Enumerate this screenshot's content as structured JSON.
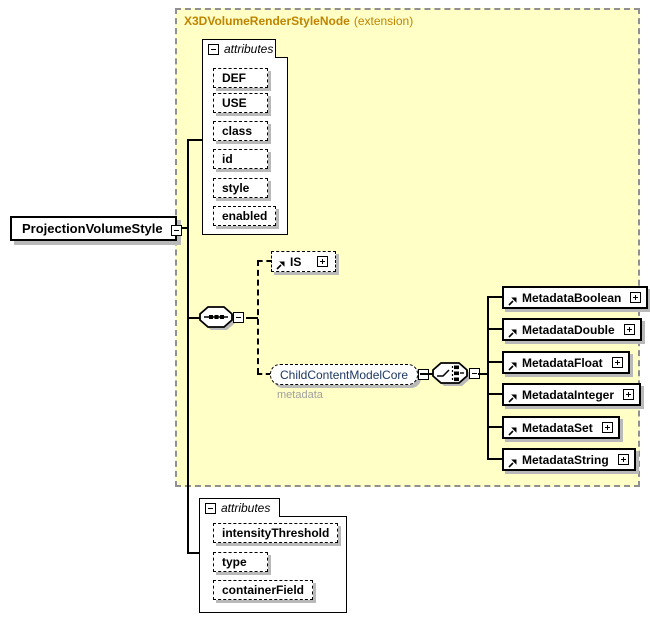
{
  "root_element": {
    "label": "ProjectionVolumeStyle"
  },
  "extension_group": {
    "title": "X3DVolumeRenderStyleNode",
    "subtitle": "(extension)",
    "attributes_panel": {
      "label": "attributes",
      "items": [
        "DEF",
        "USE",
        "class",
        "id",
        "style",
        "enabled"
      ]
    },
    "is_ref": {
      "label": "IS"
    },
    "child_content_group": {
      "label": "ChildContentModelCore",
      "caption": "metadata"
    },
    "metadata_elements": [
      {
        "label": "MetadataBoolean"
      },
      {
        "label": "MetadataDouble"
      },
      {
        "label": "MetadataFloat"
      },
      {
        "label": "MetadataInteger"
      },
      {
        "label": "MetadataSet"
      },
      {
        "label": "MetadataString"
      }
    ]
  },
  "local_attributes_panel": {
    "label": "attributes",
    "items": [
      "intensityThreshold",
      "type",
      "containerField"
    ]
  },
  "icons": {
    "collapse": "minus-box",
    "expand": "plus-box",
    "sequence": "sequence-indicator",
    "choice": "choice-indicator",
    "reference": "ne-arrow"
  },
  "colors": {
    "group_fill": "#FFFFC6",
    "group_border": "#909090",
    "group_title": "#C08400",
    "box_shadow": "#B9B9B9",
    "annotation_text": "#A0A0A0",
    "group_ref_text": "#1F3864"
  }
}
